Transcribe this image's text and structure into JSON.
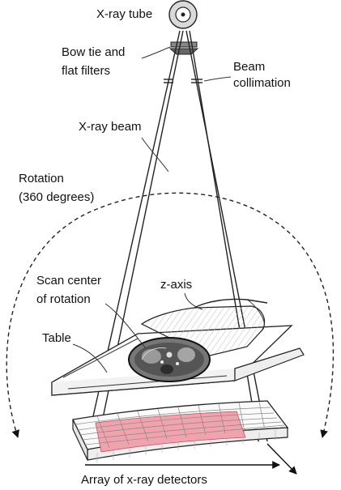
{
  "labels": {
    "tube": "X-ray tube",
    "filters_1": "Bow tie and",
    "filters_2": "flat filters",
    "collimation_1": "Beam",
    "collimation_2": "collimation",
    "beam": "X-ray beam",
    "rotation_1": "Rotation",
    "rotation_2": "(360 degrees)",
    "center_1": "Scan center",
    "center_2": "of rotation",
    "zaxis": "z-axis",
    "table": "Table",
    "detectors": "Array of x-ray detectors"
  },
  "colors": {
    "detector_highlight": "#f0a3ac",
    "detector_active": "#e88590",
    "outline": "#222222"
  }
}
